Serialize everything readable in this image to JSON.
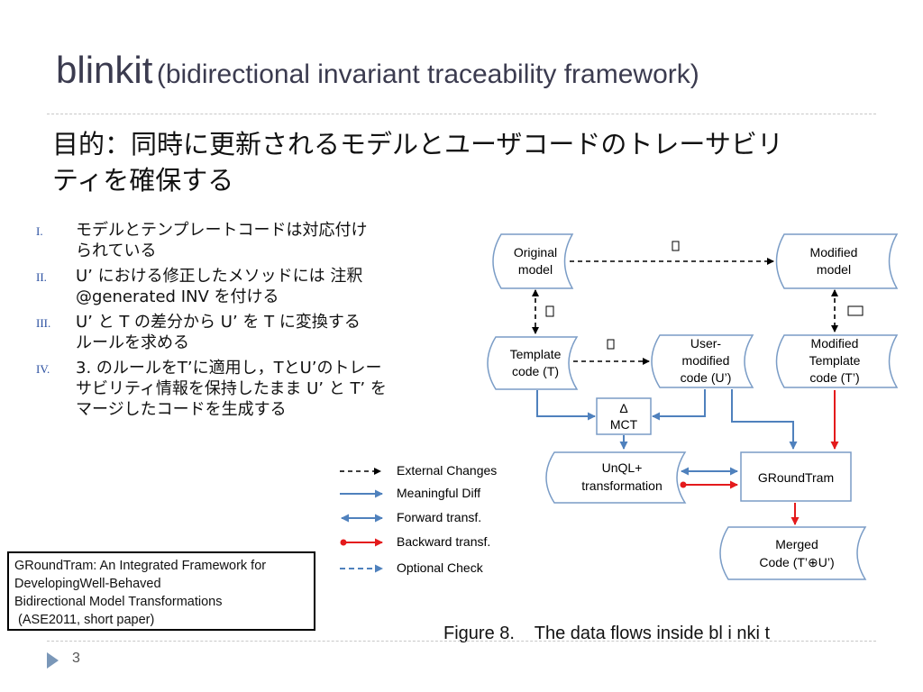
{
  "title": {
    "main": "blinkit",
    "sub": "(bidirectional invariant traceability framework)"
  },
  "purpose_lines": [
    "目的：同時に更新されるモデルとユーザコードのトレーサビリ",
    "ティを確保する"
  ],
  "steps": [
    {
      "num": "I.",
      "lines": [
        "モデルとテンプレートコードは対応付け",
        "られている"
      ]
    },
    {
      "num": "II.",
      "lines": [
        "U’ における修正したメソッドには 注釈",
        "@generated INV を付ける"
      ]
    },
    {
      "num": "III.",
      "lines": [
        "U’ と T の差分から U’ を T に変換する",
        "ルールを求める"
      ]
    },
    {
      "num": "IV.",
      "lines": [
        "3. のルールをT’に適用し，TとU’のトレー",
        "サビリティ情報を保持したまま U’ と T’ を",
        "マージしたコードを生成する"
      ]
    }
  ],
  "reference": {
    "lines": [
      "GRoundTram: An Integrated Framework for",
      "DevelopingWell-Behaved",
      "Bidirectional Model Transformations",
      " (ASE2011, short paper)"
    ]
  },
  "diagram": {
    "nodes": {
      "original_model": [
        "Original",
        "model"
      ],
      "modified_model": [
        "Modified",
        "model"
      ],
      "template_code": [
        "Template",
        "code (T)"
      ],
      "user_modified_code": [
        "User-",
        "modified",
        "code (U’)"
      ],
      "modified_template_code": [
        "Modified",
        "Template",
        "code (T’)"
      ],
      "delta_mct": [
        "Δ",
        "MCT"
      ],
      "unql_transformation": [
        "UnQL+",
        "transformation"
      ],
      "groundtram": [
        "GRoundTram"
      ],
      "merged_code": [
        "Merged",
        "Code (T’⊕U’)"
      ]
    },
    "legend": [
      {
        "label": "External  Changes",
        "style": "dashed-black"
      },
      {
        "label": "Meaningful Diff",
        "style": "solid-blue"
      },
      {
        "label": "Forward transf.",
        "style": "solid-blue-bidirectional"
      },
      {
        "label": "Backward transf.",
        "style": "solid-red-bidirectional"
      },
      {
        "label": "Optional Check",
        "style": "dashed-blue"
      }
    ],
    "colors": {
      "blue": "#4f81bd",
      "red": "#e41a1c",
      "black": "#000000",
      "node_border": "#7a9cc6"
    }
  },
  "caption": "Figure 8.    The data flows inside bl i nki t",
  "page_number": "3"
}
